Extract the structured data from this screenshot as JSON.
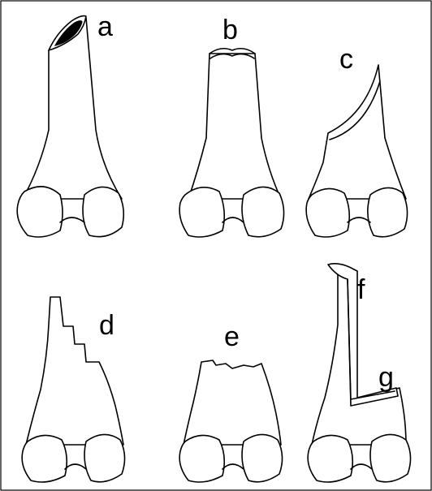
{
  "labels": {
    "a": "a",
    "b": "b",
    "c": "c",
    "d": "d",
    "e": "e",
    "f": "f",
    "g": "g"
  }
}
